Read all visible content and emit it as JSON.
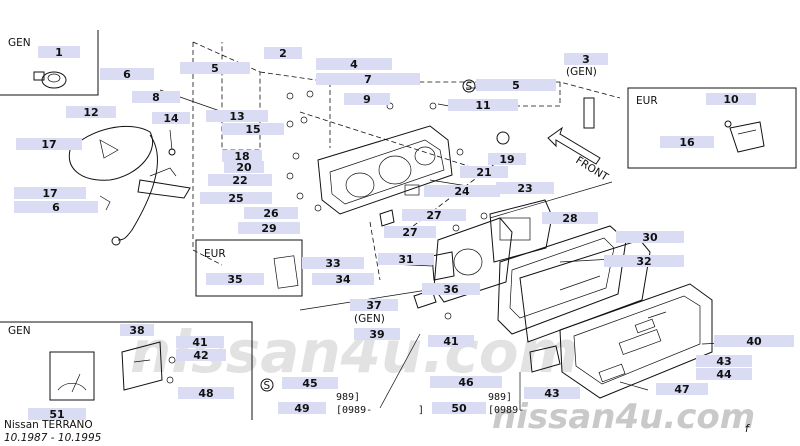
{
  "regions": {
    "gen_top": "GEN",
    "eur_right": "EUR",
    "eur_left": "EUR",
    "gen_bottom": "GEN",
    "gen_mid": "(GEN)",
    "gen_upper": "(GEN)"
  },
  "direction_label": "FRONT",
  "s_symbol": "S",
  "callouts": {
    "c1": "1",
    "c2": "2",
    "c3": "3",
    "c4": "4",
    "c5a": "5",
    "c5b": "5",
    "c6a": "6",
    "c6b": "6",
    "c7": "7",
    "c8": "8",
    "c9": "9",
    "c10": "10",
    "c11": "11",
    "c12": "12",
    "c13": "13",
    "c14": "14",
    "c15": "15",
    "c16": "16",
    "c17a": "17",
    "c17b": "17",
    "c18": "18",
    "c19": "19",
    "c20": "20",
    "c21": "21",
    "c22": "22",
    "c23": "23",
    "c24": "24",
    "c25": "25",
    "c26": "26",
    "c27a": "27",
    "c27b": "27",
    "c28": "28",
    "c29": "29",
    "c30": "30",
    "c31": "31",
    "c32": "32",
    "c33": "33",
    "c34": "34",
    "c35": "35",
    "c36": "36",
    "c37": "37",
    "c38": "38",
    "c39": "39",
    "c40": "40",
    "c41a": "41",
    "c41b": "41",
    "c42": "42",
    "c43a": "43",
    "c43b": "43",
    "c44": "44",
    "c45": "45",
    "c46": "46",
    "c47": "47",
    "c48": "48",
    "c49": "49",
    "c50": "50",
    "c51": "51"
  },
  "date_codes": {
    "left_top": "989]",
    "left_bottom": "[0989-",
    "left_close": "]",
    "right_top": "989]",
    "right_bottom": "[0989-"
  },
  "footer": {
    "model": "Nissan TERRANO",
    "period": "10.1987 - 10.1995",
    "mark": "f",
    "watermark": "nissan4u.com"
  },
  "colors": {
    "callout_fill": "#d9dcf3",
    "line": "#111111",
    "watermark": "#c9c9c9"
  }
}
